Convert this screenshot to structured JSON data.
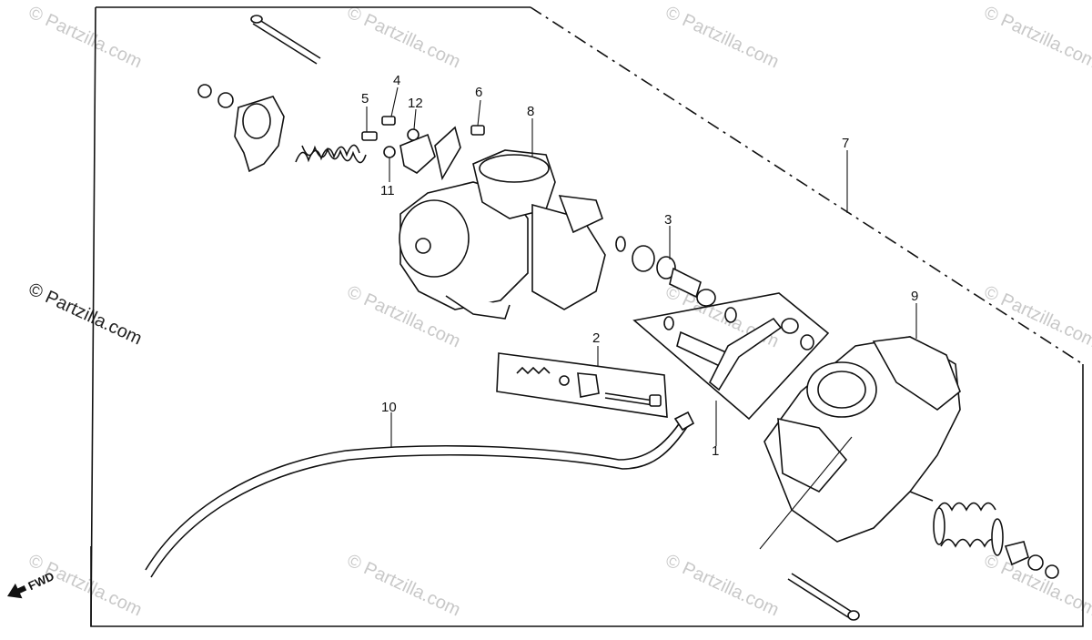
{
  "diagram": {
    "callouts": [
      "1",
      "2",
      "3",
      "4",
      "5",
      "6",
      "7",
      "8",
      "9",
      "10",
      "11",
      "12"
    ],
    "watermark": "© Partzilla.com",
    "side_watermark": "© Partzilla.com",
    "direction_label": "FWD"
  }
}
